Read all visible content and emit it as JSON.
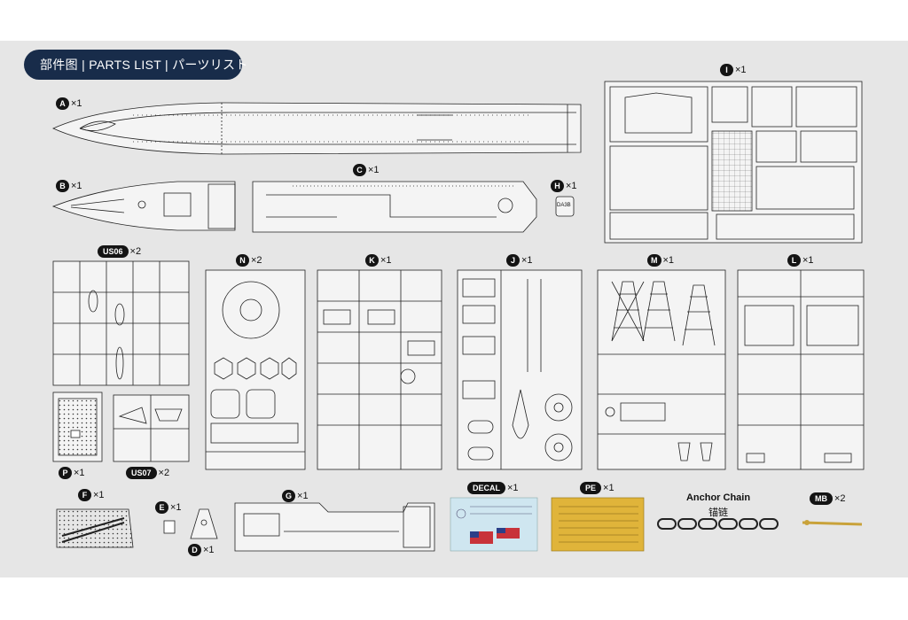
{
  "header": {
    "title": "部件图 | PARTS LIST | パーツリスト"
  },
  "parts": [
    {
      "id": "A",
      "label": "A",
      "qty": "×1"
    },
    {
      "id": "B",
      "label": "B",
      "qty": "×1"
    },
    {
      "id": "C",
      "label": "C",
      "qty": "×1"
    },
    {
      "id": "H",
      "label": "H",
      "qty": "×1"
    },
    {
      "id": "I",
      "label": "I",
      "qty": "×1"
    },
    {
      "id": "US06",
      "label": "US06",
      "qty": "×2"
    },
    {
      "id": "N",
      "label": "N",
      "qty": "×2"
    },
    {
      "id": "K",
      "label": "K",
      "qty": "×1"
    },
    {
      "id": "J",
      "label": "J",
      "qty": "×1"
    },
    {
      "id": "M",
      "label": "M",
      "qty": "×1"
    },
    {
      "id": "L",
      "label": "L",
      "qty": "×1"
    },
    {
      "id": "P",
      "label": "P",
      "qty": "×1"
    },
    {
      "id": "US07",
      "label": "US07",
      "qty": "×2"
    },
    {
      "id": "F",
      "label": "F",
      "qty": "×1"
    },
    {
      "id": "E",
      "label": "E",
      "qty": "×1"
    },
    {
      "id": "D",
      "label": "D",
      "qty": "×1"
    },
    {
      "id": "G",
      "label": "G",
      "qty": "×1"
    },
    {
      "id": "DECAL",
      "label": "DECAL",
      "qty": "×1"
    },
    {
      "id": "PE",
      "label": "PE",
      "qty": "×1"
    },
    {
      "id": "MB",
      "label": "MB",
      "qty": "×2"
    }
  ],
  "extras": {
    "anchor_chain": "Anchor Chain",
    "anchor_chain_cn": "锚链",
    "part_h_code": "DA3B"
  },
  "colors": {
    "header_bg": "#182c4a",
    "badge_bg": "#141414",
    "background": "#e6e6e6",
    "pe_gold": "#e0b43a",
    "decal_blue": "#cfe6f0"
  }
}
